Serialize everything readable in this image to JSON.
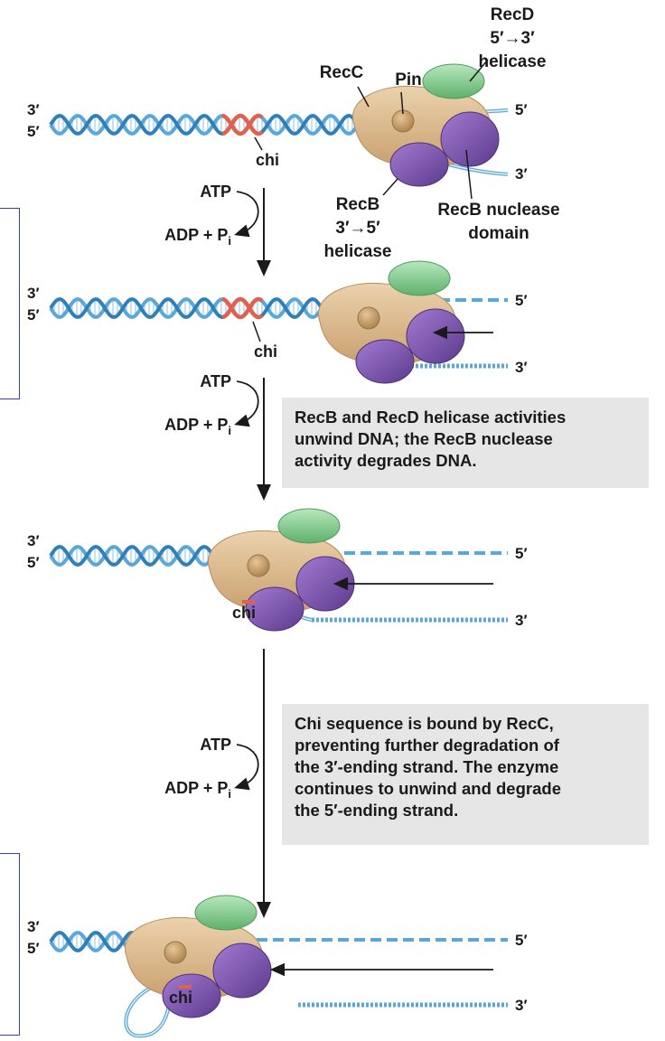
{
  "labels": {
    "recd": [
      "RecD",
      "5′→3′",
      "helicase"
    ],
    "recc": "RecC",
    "pin": "Pin",
    "chi": "chi",
    "recb": [
      "RecB",
      "3′→5′",
      "helicase"
    ],
    "recb_nuclease": [
      "RecB nuclease",
      "domain"
    ],
    "end_3": "3′",
    "end_5": "5′",
    "atp": "ATP",
    "adp_base": "ADP + P",
    "adp_sub": "i"
  },
  "notes": {
    "step2": [
      "RecB and RecD helicase activities",
      "unwind DNA; the RecB nuclease",
      "activity degrades DNA."
    ],
    "step3": [
      "Chi sequence is bound by RecC,",
      "preventing further degradation of",
      "the 3′-ending strand. The enzyme",
      "continues to unwind and degrade",
      "the 5′-ending strand."
    ]
  },
  "colors": {
    "dna": "#5ba7d8",
    "dna_dark": "#2f7fb8",
    "chi": "#e0614f",
    "recc": "#ddb98a",
    "pin": "#c99d62",
    "recb": "#8a5dbe",
    "recd": "#8fd49a",
    "note_bg": "#e6e6e6",
    "box_border": "#2f3fd0"
  }
}
